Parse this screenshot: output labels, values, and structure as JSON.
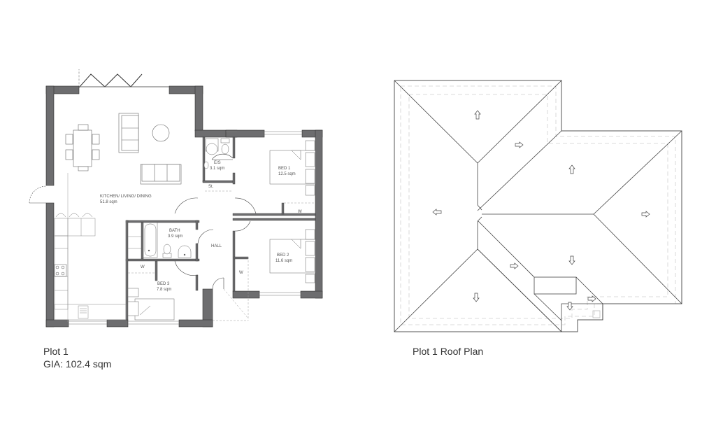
{
  "floor_plan": {
    "title": "Plot 1",
    "gia": "GIA: 102.4 sqm",
    "rooms": [
      {
        "name": "KITCHEN/ LIVING/ DINING",
        "area": "51.8 sqm"
      },
      {
        "name": "E/S",
        "area": "3.1 sqm"
      },
      {
        "name": "BED 1",
        "area": "12.5 sqm"
      },
      {
        "name": "BATH",
        "area": "3.9 sqm"
      },
      {
        "name": "HALL",
        "area": ""
      },
      {
        "name": "BED 2",
        "area": "11.6 sqm"
      },
      {
        "name": "BED 3",
        "area": "7.8 sqm"
      }
    ],
    "labels": {
      "store": "St.",
      "wardrobe": "W"
    }
  },
  "roof_plan": {
    "title": "Plot 1 Roof Plan",
    "slope_arrows": [
      "up",
      "right",
      "up",
      "left",
      "right",
      "right",
      "down",
      "down",
      "right",
      "down"
    ]
  },
  "colors": {
    "wall": "#6d6d6f",
    "line": "#333333",
    "dashed": "#c8c8c8"
  }
}
